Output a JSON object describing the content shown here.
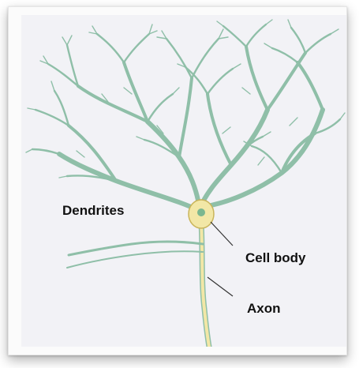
{
  "diagram": {
    "labels": {
      "dendrites": "Dendrites",
      "cell_body": "Cell body",
      "axon": "Axon"
    },
    "colors": {
      "background": "#f2f2f6",
      "dendrite_stroke": "#8fbfa8",
      "dendrite_fill": "#dcefe0",
      "soma_fill": "#f2e7a6",
      "nucleus": "#7bb78f",
      "leader_line": "#333333"
    }
  }
}
